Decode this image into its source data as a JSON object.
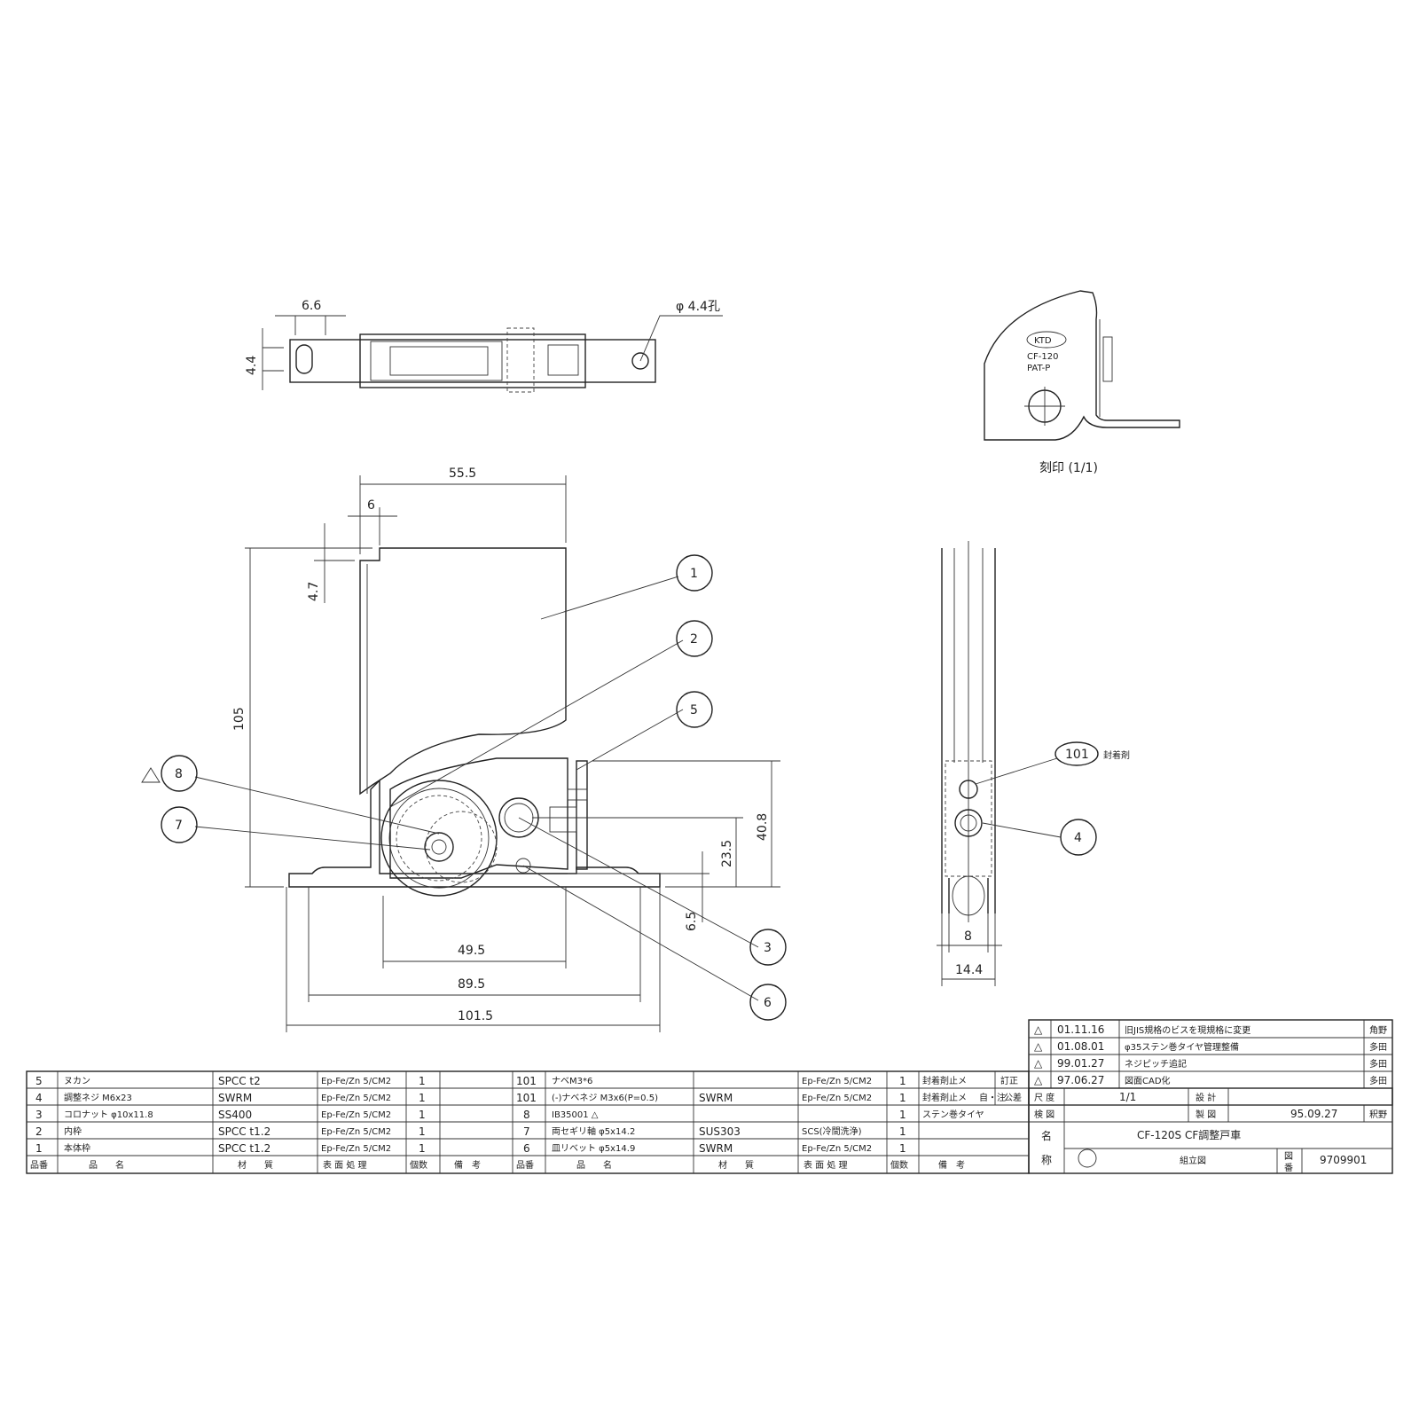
{
  "dimensions": {
    "top_66": "6.6",
    "top_44": "4.4",
    "hole": "φ 4.4孔",
    "d555": "55.5",
    "d6": "6",
    "d47": "4.7",
    "d105": "105",
    "d408": "40.8",
    "d235": "23.5",
    "d65": "6.5",
    "d495": "49.5",
    "d895": "89.5",
    "d1015": "101.5",
    "side_8": "8",
    "side_144": "14.4"
  },
  "callouts": [
    "1",
    "2",
    "5",
    "8",
    "7",
    "3",
    "6",
    "101",
    "4"
  ],
  "callout_note_101": "封着剤",
  "stamp": {
    "brand": "KTD",
    "model": "CF-120",
    "pat": "PAT-P",
    "caption": "刻印 (1/1)"
  },
  "revisions": [
    {
      "mark": "△",
      "date": "01.11.16",
      "desc": "旧JIS規格のビスを現規格に変更",
      "by": "角野"
    },
    {
      "mark": "△",
      "date": "01.08.01",
      "desc": "φ35ステン巻タイヤ管理整備",
      "by": "多田"
    },
    {
      "mark": "△",
      "date": "99.01.27",
      "desc": "ネジピッチ追記",
      "by": "多田"
    },
    {
      "mark": "△",
      "date": "97.06.27",
      "desc": "図面CAD化",
      "by": "多田"
    }
  ],
  "revision_labels": {
    "tei": "訂正",
    "jisei": "自・注",
    "kousa": "公差"
  },
  "titleblock": {
    "scale_label": "尺 度",
    "scale": "1/1",
    "design_label": "設 計",
    "check_label": "検 図",
    "drawn_label": "製 図",
    "date": "95.09.27",
    "drawn_by": "釈野",
    "name_label_1": "名",
    "name_label_2": "称",
    "name": "CF-120S CF調整戸車",
    "subtitle": "組立図",
    "drawing_no_label_1": "図",
    "drawing_no_label_2": "番",
    "drawing_no": "9709901"
  },
  "parts_headers": [
    "品番",
    "品　　名",
    "材　　質",
    "表 面 処 理",
    "個数",
    "備　考"
  ],
  "parts_left": [
    {
      "no": "5",
      "name": "ヌカン",
      "material": "SPCC t2",
      "finish": "Ep-Fe/Zn 5/CM2",
      "qty": "1",
      "note": ""
    },
    {
      "no": "4",
      "name": "調整ネジ M6x23",
      "material": "SWRM",
      "finish": "Ep-Fe/Zn 5/CM2",
      "qty": "1",
      "note": ""
    },
    {
      "no": "3",
      "name": "コロナット φ10x11.8",
      "material": "SS400",
      "finish": "Ep-Fe/Zn 5/CM2",
      "qty": "1",
      "note": ""
    },
    {
      "no": "2",
      "name": "内枠",
      "material": "SPCC t1.2",
      "finish": "Ep-Fe/Zn 5/CM2",
      "qty": "1",
      "note": ""
    },
    {
      "no": "1",
      "name": "本体枠",
      "material": "SPCC t1.2",
      "finish": "Ep-Fe/Zn 5/CM2",
      "qty": "1",
      "note": ""
    }
  ],
  "parts_right": [
    {
      "no": "101",
      "name": "ナベM3*6",
      "material": "",
      "finish": "Ep-Fe/Zn 5/CM2",
      "qty": "1",
      "note": "封着剤止メ"
    },
    {
      "no": "101",
      "name": "(-)ナベネジ M3x6(P=0.5)",
      "material": "SWRM",
      "finish": "Ep-Fe/Zn 5/CM2",
      "qty": "1",
      "note": "封着剤止メ"
    },
    {
      "no": "8",
      "name": "IB35001 △",
      "material": "",
      "finish": "",
      "qty": "1",
      "note": "ステン巻タイヤ"
    },
    {
      "no": "7",
      "name": "両セギリ軸 φ5x14.2",
      "material": "SUS303",
      "finish": "SCS(冷間洗浄)",
      "qty": "1",
      "note": ""
    },
    {
      "no": "6",
      "name": "皿リベット φ5x14.9",
      "material": "SWRM",
      "finish": "Ep-Fe/Zn 5/CM2",
      "qty": "1",
      "note": ""
    }
  ]
}
